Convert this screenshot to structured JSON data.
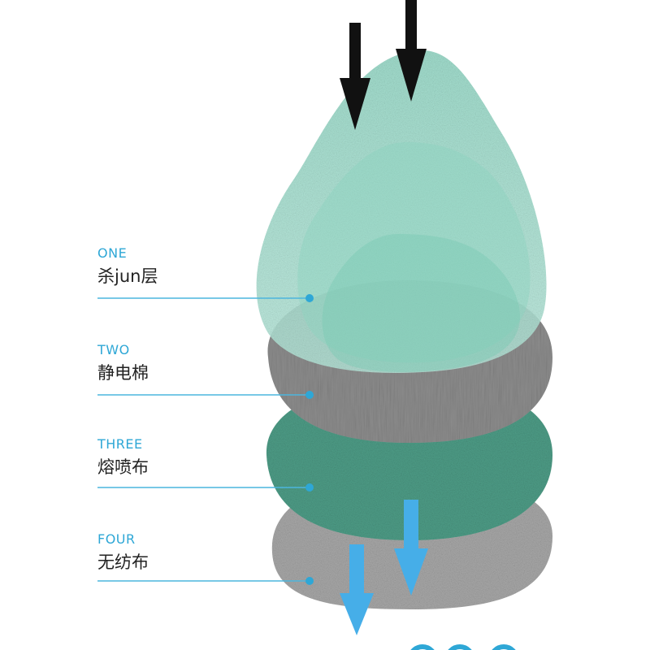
{
  "layers": [
    {
      "num": "ONE",
      "name": "杀jun层"
    },
    {
      "num": "TWO",
      "name": "静电棉"
    },
    {
      "num": "THREE",
      "name": "熔喷布"
    },
    {
      "num": "FOUR",
      "name": "无纺布"
    }
  ],
  "colors": {
    "accent": "#2ea7d6",
    "layer_one": "#9fddcc",
    "layer_two": "#8a8a8a",
    "layer_three": "#4f9f8a",
    "layer_four": "#a9a9a9",
    "inflow_arrow": "#111111",
    "outflow_arrow": "#46aee8"
  },
  "icons": {
    "inflow": "arrow-down-icon",
    "outflow": "arrow-down-icon",
    "marker": "dot-marker-icon"
  }
}
